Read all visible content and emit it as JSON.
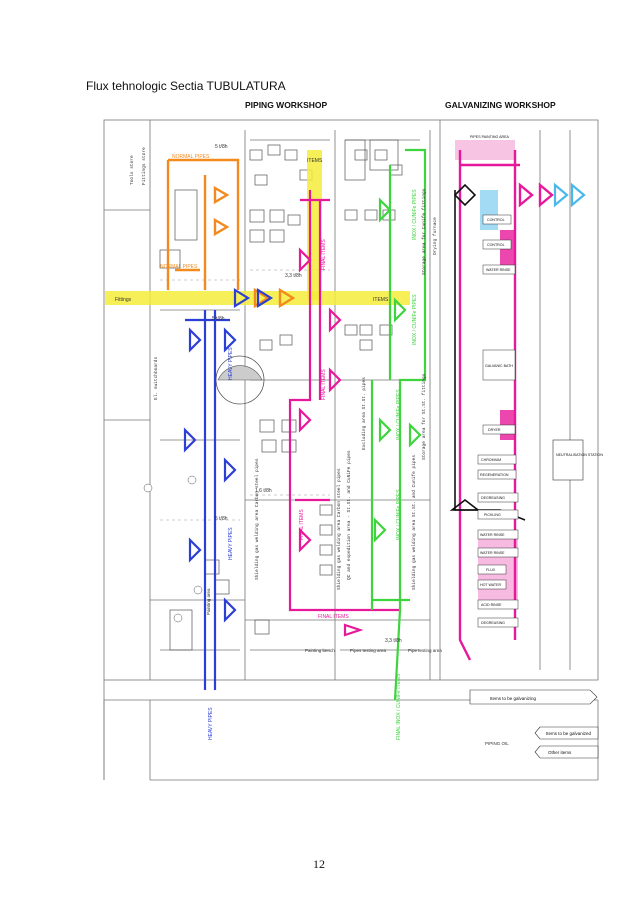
{
  "document": {
    "heading": "Flux tehnologic Sectia TUBULATURA",
    "page_number": "12"
  },
  "drawing": {
    "piping_workshop": "PIPING WORKSHOP",
    "galvanizing_workshop": "GALVANIZING WORKSHOP",
    "flows": {
      "normal_pipes": "NORMAL PIPES",
      "normal_pipes_2": "NORMAL PIPES",
      "heavy_pipes": "HEAVY PIPES",
      "heavy_pipes_2": "HEAVY PIPES",
      "heavy_pipes_3": "HEAVY PIPES",
      "final_items_1": "FINAL ITEMS",
      "final_items_2": "FINAL ITEMS",
      "final_items_3": "FINAL ITEMS",
      "final_items_bottom": "FINAL ITEMS",
      "inox_cunifer_1": "INOX / CUNIFe PIPES",
      "inox_cunifer_2": "INOX / CUNIFe PIPES",
      "inox_cunifer_3": "INOX / CUNIFe PIPES",
      "inox_cunifer_4": "INOX / CUNIFe PIPES",
      "final_inox": "FINAL INOX / CUNIFe ITEMS",
      "items_yellow": "ITEMS",
      "items_yellow_2": "ITEMS",
      "fittings": "Fittings"
    },
    "areas": {
      "tools_store": "Tools store",
      "fittings_store": "Fittings store",
      "el_switchboards": "El. switchboards",
      "painting_area": "Painting area",
      "painting_bench": "Painting bench",
      "pipes_testing_area": "Pipes testing area",
      "pipe_testing_area": "Pipe testing area",
      "storage_area": "Storage area for Cunife fittings",
      "shielding_area_1": "Shielding gas welding area Carbon steel pipes",
      "shielding_area_2": "Shielding gas welding area Carbon steel pipes",
      "shielding_area_3": "Shielding gas welding area St.St. and Cunife pipes",
      "excluding_area": "Excluding area St.St. pipes",
      "qc_area": "QC and expedition area - St.St. and CuNiFe pipes",
      "storage_area_2": "Storage area for St.St. fittings",
      "drying_furnace": "Drying furnace",
      "items_to_galvanize": "Items to be galvanizing",
      "items_galvanized": "Items to be galvanized",
      "other_items": "Other items",
      "piping_oil": "PIPING OIL",
      "neutralisation": "NEUTRALISATION STATION",
      "pipes_painting_area": "PIPES PAINTING AREA"
    },
    "stations": {
      "control": "CONTROL",
      "control_2": "CONTROL",
      "water_rinse": "WATER RINSE",
      "galvanic_bath": "GALVANIC BATH",
      "dryer": "DRYER",
      "chromium": "CHROMIUM",
      "regeneration": "REGENERATION",
      "degreasing": "DEGREASING",
      "pickling": "PICKLING",
      "water_rinse_2": "WATER RINSE",
      "water_rinse_3": "WATER RINSE",
      "flux": "FLUX",
      "hot_water": "HOT WATER",
      "acid_rinse": "ACID RINSE",
      "degreasing_2": "DEGREASING"
    },
    "capacities": {
      "c1": "5 t/8h",
      "c2": "3,3 t/8h",
      "c3": "5 t/8h",
      "c4": "1,6 t/8h",
      "c5": "5 t/8h",
      "c6": "3,3 t/8h"
    }
  },
  "colors": {
    "orange": "#f28a1e",
    "blue": "#2b3fd6",
    "magenta": "#e6199a",
    "green": "#3ed43e",
    "yellow": "#f4ec3a",
    "cyan": "#49b8ea",
    "grey_line": "#777777"
  }
}
